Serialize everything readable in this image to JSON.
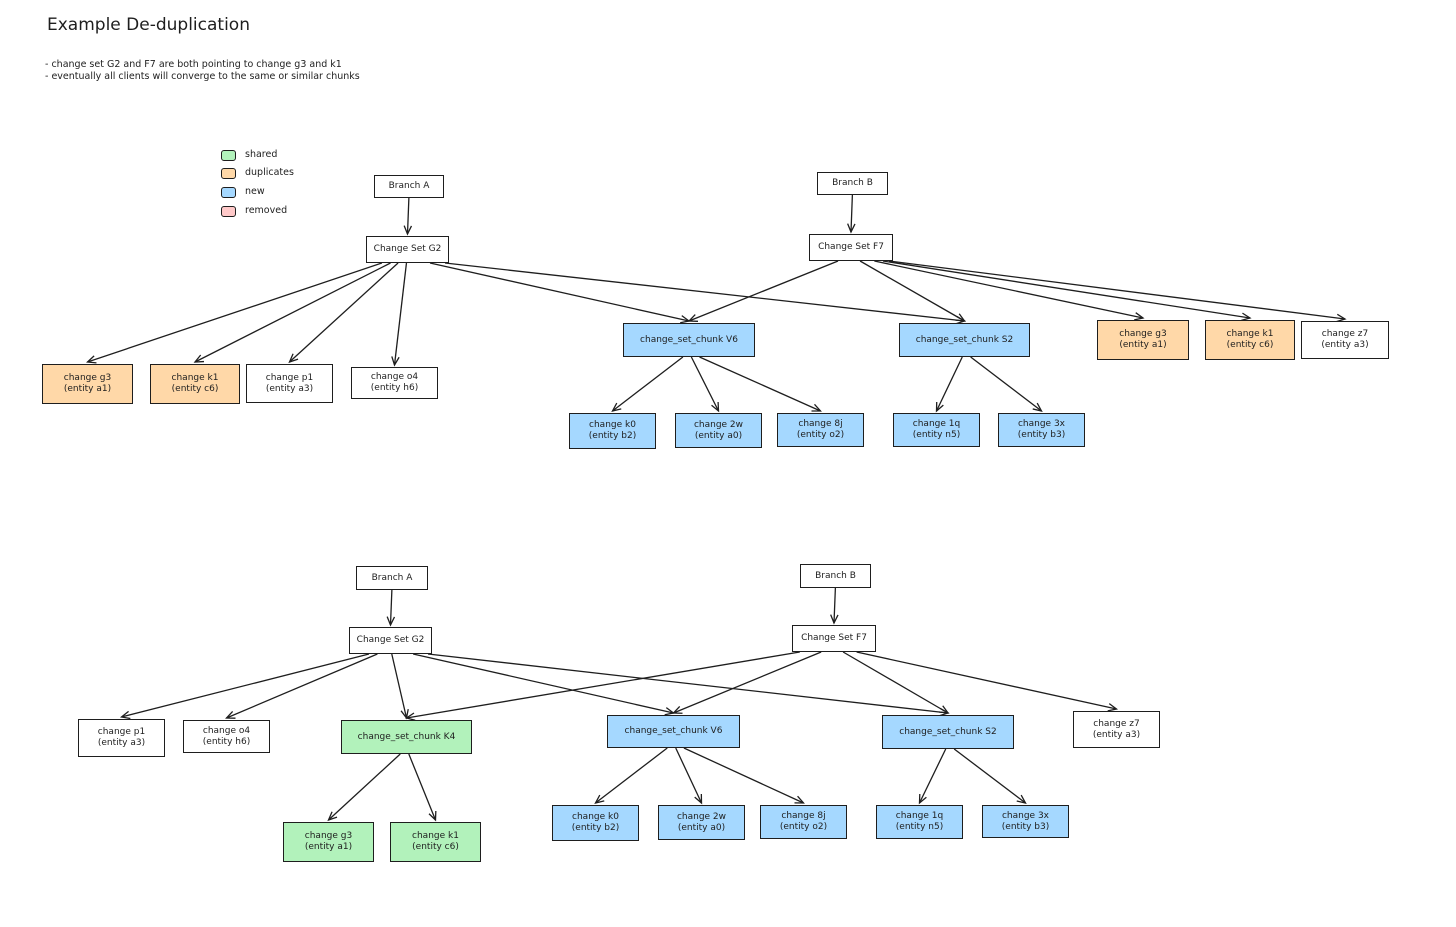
{
  "title": "Example De-duplication",
  "notes": [
    "- change set G2 and F7 are both pointing to change g3 and k1",
    "- eventually all clients will converge to the same or similar chunks"
  ],
  "colors": {
    "white": "#ffffff",
    "shared": "#b2f2bb",
    "duplicates": "#ffd8a8",
    "new": "#a5d8ff",
    "removed": "#ffc9c9",
    "stroke": "#1e1e1e"
  },
  "legend": [
    {
      "label": "shared",
      "color": "green"
    },
    {
      "label": "duplicates",
      "color": "orange"
    },
    {
      "label": "new",
      "color": "blue"
    },
    {
      "label": "removed",
      "color": "red"
    }
  ],
  "nodes": {
    "d1-branch-a": {
      "lines": [
        "Branch A"
      ],
      "color": "white"
    },
    "d1-branch-b": {
      "lines": [
        "Branch B"
      ],
      "color": "white"
    },
    "d1-cs-g2": {
      "lines": [
        "Change Set G2"
      ],
      "color": "white"
    },
    "d1-cs-f7": {
      "lines": [
        "Change Set F7"
      ],
      "color": "white"
    },
    "d1-g3-a": {
      "lines": [
        "change g3",
        "(entity a1)"
      ],
      "color": "orange"
    },
    "d1-k1-a": {
      "lines": [
        "change k1",
        "(entity c6)"
      ],
      "color": "orange"
    },
    "d1-p1": {
      "lines": [
        "change p1",
        "(entity a3)"
      ],
      "color": "white"
    },
    "d1-o4": {
      "lines": [
        "change o4",
        "(entity h6)"
      ],
      "color": "white"
    },
    "d1-chunk-v6": {
      "lines": [
        "change_set_chunk V6"
      ],
      "color": "blue"
    },
    "d1-chunk-s2": {
      "lines": [
        "change_set_chunk S2"
      ],
      "color": "blue"
    },
    "d1-g3-b": {
      "lines": [
        "change g3",
        "(entity a1)"
      ],
      "color": "orange"
    },
    "d1-k1-b": {
      "lines": [
        "change k1",
        "(entity c6)"
      ],
      "color": "orange"
    },
    "d1-z7": {
      "lines": [
        "change z7",
        "(entity a3)"
      ],
      "color": "white"
    },
    "d1-k0": {
      "lines": [
        "change k0",
        "(entity b2)"
      ],
      "color": "blue"
    },
    "d1-2w": {
      "lines": [
        "change 2w",
        "(entity a0)"
      ],
      "color": "blue"
    },
    "d1-8j": {
      "lines": [
        "change 8j",
        "(entity o2)"
      ],
      "color": "blue"
    },
    "d1-1q": {
      "lines": [
        "change 1q",
        "(entity n5)"
      ],
      "color": "blue"
    },
    "d1-3x": {
      "lines": [
        "change 3x",
        "(entity b3)"
      ],
      "color": "blue"
    },
    "d2-branch-a": {
      "lines": [
        "Branch A"
      ],
      "color": "white"
    },
    "d2-branch-b": {
      "lines": [
        "Branch B"
      ],
      "color": "white"
    },
    "d2-cs-g2": {
      "lines": [
        "Change Set G2"
      ],
      "color": "white"
    },
    "d2-cs-f7": {
      "lines": [
        "Change Set F7"
      ],
      "color": "white"
    },
    "d2-p1": {
      "lines": [
        "change p1",
        "(entity a3)"
      ],
      "color": "white"
    },
    "d2-o4": {
      "lines": [
        "change o4",
        "(entity h6)"
      ],
      "color": "white"
    },
    "d2-chunk-k4": {
      "lines": [
        "change_set_chunk K4"
      ],
      "color": "green"
    },
    "d2-chunk-v6": {
      "lines": [
        "change_set_chunk V6"
      ],
      "color": "blue"
    },
    "d2-chunk-s2": {
      "lines": [
        "change_set_chunk S2"
      ],
      "color": "blue"
    },
    "d2-z7": {
      "lines": [
        "change z7",
        "(entity a3)"
      ],
      "color": "white"
    },
    "d2-g3": {
      "lines": [
        "change g3",
        "(entity a1)"
      ],
      "color": "green"
    },
    "d2-k1": {
      "lines": [
        "change k1",
        "(entity c6)"
      ],
      "color": "green"
    },
    "d2-k0": {
      "lines": [
        "change k0",
        "(entity b2)"
      ],
      "color": "blue"
    },
    "d2-2w": {
      "lines": [
        "change 2w",
        "(entity a0)"
      ],
      "color": "blue"
    },
    "d2-8j": {
      "lines": [
        "change 8j",
        "(entity o2)"
      ],
      "color": "blue"
    },
    "d2-1q": {
      "lines": [
        "change 1q",
        "(entity n5)"
      ],
      "color": "blue"
    },
    "d2-3x": {
      "lines": [
        "change 3x",
        "(entity b3)"
      ],
      "color": "blue"
    }
  },
  "edges": [
    [
      "d1-branch-a",
      "d1-cs-g2"
    ],
    [
      "d1-branch-b",
      "d1-cs-f7"
    ],
    [
      "d1-cs-g2",
      "d1-g3-a"
    ],
    [
      "d1-cs-g2",
      "d1-k1-a"
    ],
    [
      "d1-cs-g2",
      "d1-p1"
    ],
    [
      "d1-cs-g2",
      "d1-o4"
    ],
    [
      "d1-cs-g2",
      "d1-chunk-v6"
    ],
    [
      "d1-cs-g2",
      "d1-chunk-s2"
    ],
    [
      "d1-cs-f7",
      "d1-chunk-v6"
    ],
    [
      "d1-cs-f7",
      "d1-chunk-s2"
    ],
    [
      "d1-cs-f7",
      "d1-g3-b"
    ],
    [
      "d1-cs-f7",
      "d1-k1-b"
    ],
    [
      "d1-cs-f7",
      "d1-z7"
    ],
    [
      "d1-chunk-v6",
      "d1-k0"
    ],
    [
      "d1-chunk-v6",
      "d1-2w"
    ],
    [
      "d1-chunk-v6",
      "d1-8j"
    ],
    [
      "d1-chunk-s2",
      "d1-1q"
    ],
    [
      "d1-chunk-s2",
      "d1-3x"
    ],
    [
      "d2-branch-a",
      "d2-cs-g2"
    ],
    [
      "d2-branch-b",
      "d2-cs-f7"
    ],
    [
      "d2-cs-g2",
      "d2-p1"
    ],
    [
      "d2-cs-g2",
      "d2-o4"
    ],
    [
      "d2-cs-g2",
      "d2-chunk-k4"
    ],
    [
      "d2-cs-g2",
      "d2-chunk-v6"
    ],
    [
      "d2-cs-g2",
      "d2-chunk-s2"
    ],
    [
      "d2-cs-f7",
      "d2-chunk-k4"
    ],
    [
      "d2-cs-f7",
      "d2-chunk-v6"
    ],
    [
      "d2-cs-f7",
      "d2-chunk-s2"
    ],
    [
      "d2-cs-f7",
      "d2-z7"
    ],
    [
      "d2-chunk-k4",
      "d2-g3"
    ],
    [
      "d2-chunk-k4",
      "d2-k1"
    ],
    [
      "d2-chunk-v6",
      "d2-k0"
    ],
    [
      "d2-chunk-v6",
      "d2-2w"
    ],
    [
      "d2-chunk-v6",
      "d2-8j"
    ],
    [
      "d2-chunk-s2",
      "d2-1q"
    ],
    [
      "d2-chunk-s2",
      "d2-3x"
    ]
  ]
}
